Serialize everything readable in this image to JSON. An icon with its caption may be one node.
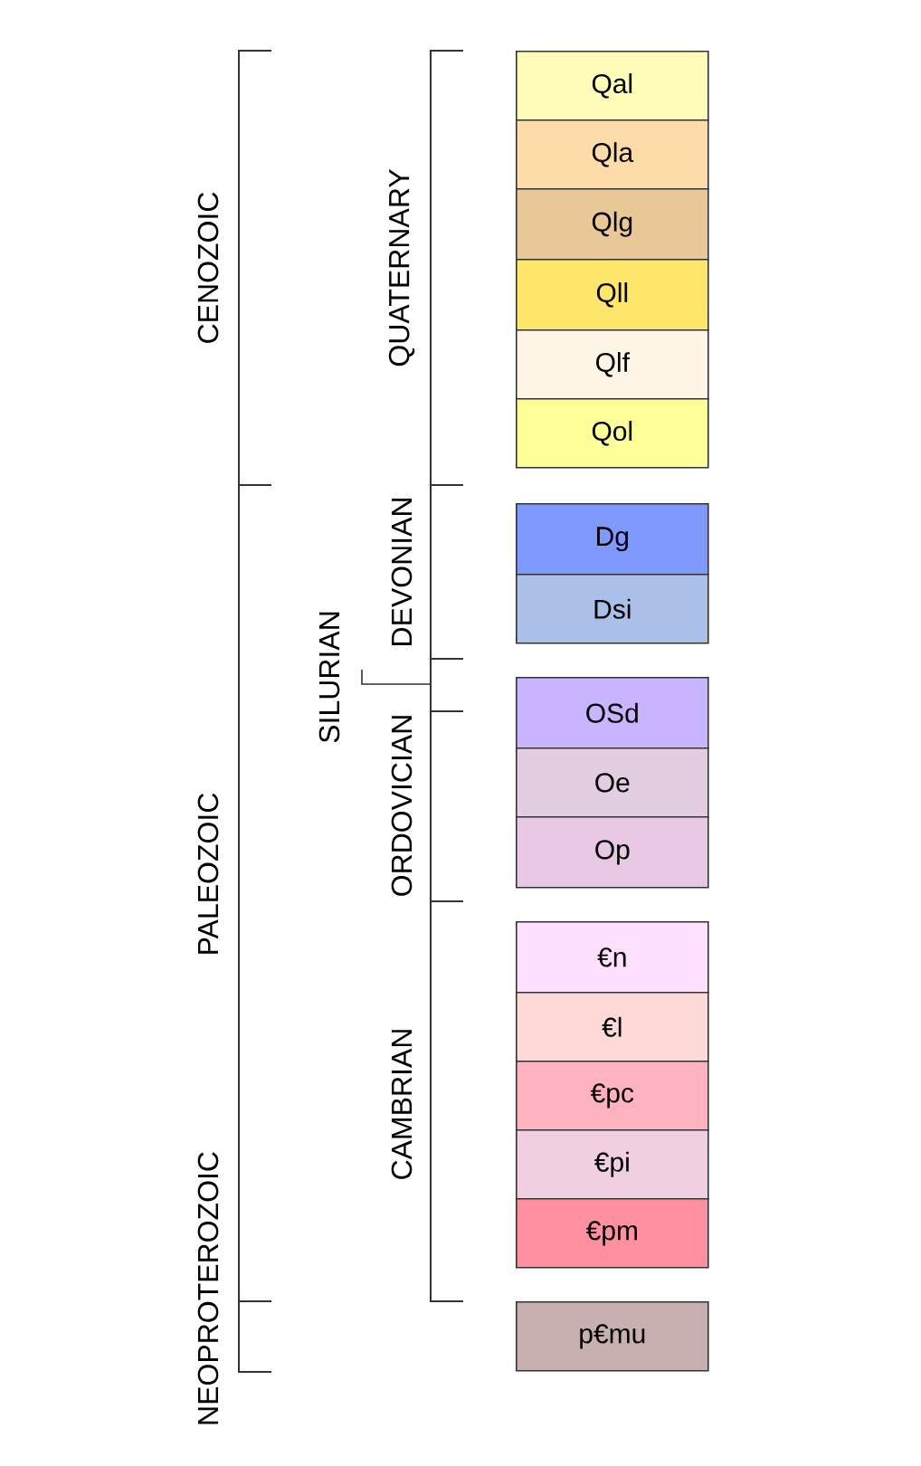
{
  "diagram": {
    "nodes": [
      {
        "text": [
          "Qal"
        ]
      },
      {
        "text": [
          "Qla"
        ]
      },
      {
        "text": [
          "Qlg"
        ]
      },
      {
        "text": [
          "Qll"
        ]
      },
      {
        "text": [
          "Qlf"
        ]
      },
      {
        "text": [
          "Qol"
        ]
      },
      {
        "text": [
          "Dg"
        ]
      },
      {
        "text": [
          "Dsi"
        ]
      },
      {
        "text": [
          "OSd"
        ]
      },
      {
        "text": [
          "Oe"
        ]
      },
      {
        "text": [
          "Op"
        ]
      },
      {
        "text": [
          "€n"
        ]
      },
      {
        "text": [
          "€l"
        ]
      },
      {
        "text": [
          "€pc"
        ]
      },
      {
        "text": [
          "€pi"
        ]
      },
      {
        "text": [
          "€pm"
        ]
      },
      {
        "text": [
          "p€mu"
        ]
      }
    ],
    "labels": [
      "CENOZOIC",
      "PALEOZOIC",
      "NEOPROTEROZOIC",
      "QUATERNARY",
      "DEVONIAN",
      "SILURIAN",
      "ORDOVICIAN",
      "CAMBRIAN"
    ]
  }
}
